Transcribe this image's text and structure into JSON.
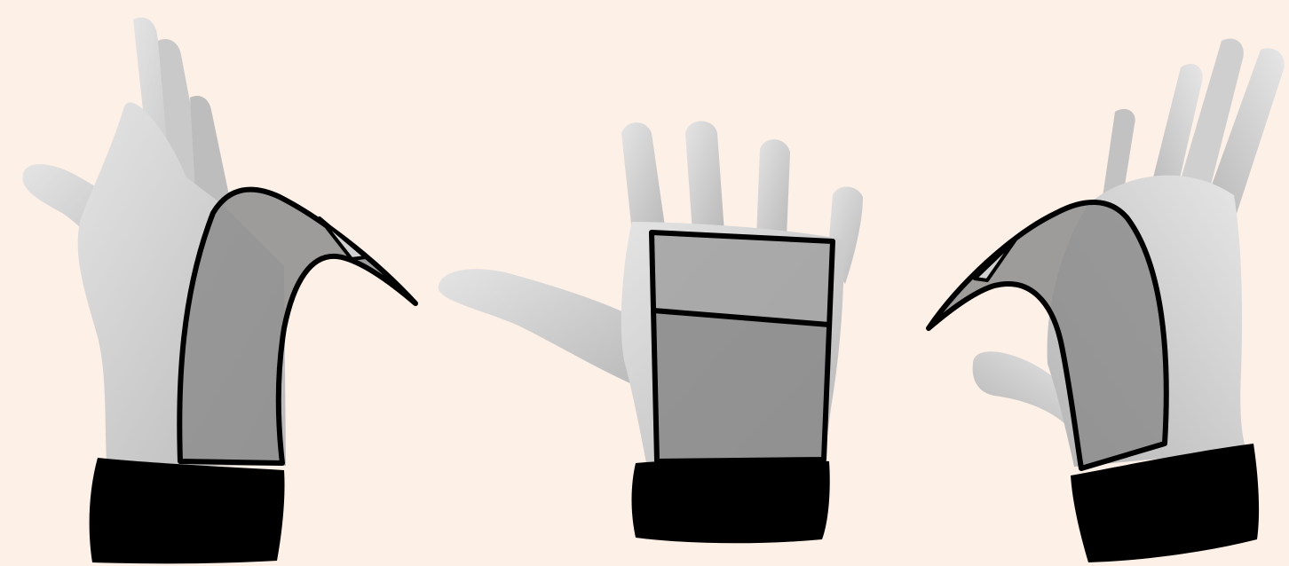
{
  "figure": {
    "panels": [
      {
        "id": "side-left",
        "label": ""
      },
      {
        "id": "palm-front",
        "label": ""
      },
      {
        "id": "side-right",
        "label": ""
      }
    ],
    "colors": {
      "background": "#fdf0e6",
      "skin": "#d2d2d2",
      "skin_shadow": "#b3b3b3",
      "pad": "#8a8a8a",
      "pad_light": "#a3a3a3",
      "outline": "#000000",
      "cuff": "#000000"
    }
  }
}
